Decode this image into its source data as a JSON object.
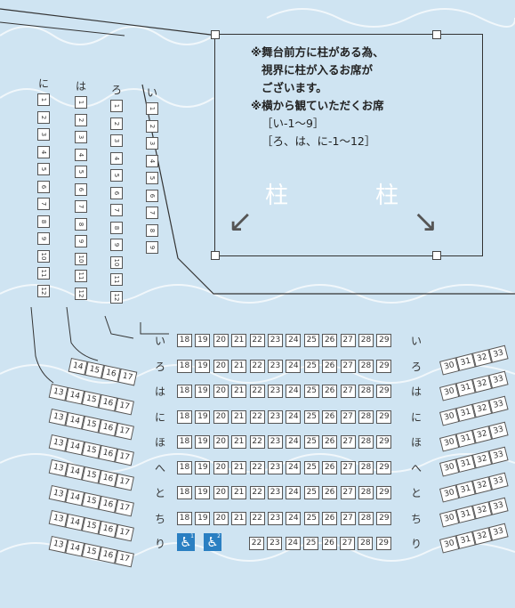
{
  "notice": {
    "lines": [
      "※舞台前方に柱がある為、",
      "視界に柱が入るお席が",
      "ございます。",
      "※横から観ていただくお席",
      "［い-1～9］",
      "［ろ、は、に-1～12］"
    ],
    "pillar_label": "柱"
  },
  "left_columns": [
    {
      "label": "に",
      "seats": [
        "1",
        "2",
        "3",
        "4",
        "5",
        "6",
        "7",
        "8",
        "9",
        "10",
        "11",
        "12"
      ]
    },
    {
      "label": "は",
      "seats": [
        "1",
        "2",
        "3",
        "4",
        "5",
        "6",
        "7",
        "8",
        "9",
        "10",
        "11",
        "12"
      ]
    },
    {
      "label": "ろ",
      "seats": [
        "1",
        "2",
        "3",
        "4",
        "5",
        "6",
        "7",
        "8",
        "9",
        "10",
        "11",
        "12"
      ]
    },
    {
      "label": "い",
      "seats": [
        "1",
        "2",
        "3",
        "4",
        "5",
        "6",
        "7",
        "8",
        "9"
      ]
    }
  ],
  "center_rows": [
    {
      "label": "い",
      "seats": [
        "18",
        "19",
        "20",
        "21",
        "22",
        "23",
        "24",
        "25",
        "26",
        "27",
        "28",
        "29"
      ]
    },
    {
      "label": "ろ",
      "seats": [
        "18",
        "19",
        "20",
        "21",
        "22",
        "23",
        "24",
        "25",
        "26",
        "27",
        "28",
        "29"
      ]
    },
    {
      "label": "は",
      "seats": [
        "18",
        "19",
        "20",
        "21",
        "22",
        "23",
        "24",
        "25",
        "26",
        "27",
        "28",
        "29"
      ]
    },
    {
      "label": "に",
      "seats": [
        "18",
        "19",
        "20",
        "21",
        "22",
        "23",
        "24",
        "25",
        "26",
        "27",
        "28",
        "29"
      ]
    },
    {
      "label": "ほ",
      "seats": [
        "18",
        "19",
        "20",
        "21",
        "22",
        "23",
        "24",
        "25",
        "26",
        "27",
        "28",
        "29"
      ]
    },
    {
      "label": "へ",
      "seats": [
        "18",
        "19",
        "20",
        "21",
        "22",
        "23",
        "24",
        "25",
        "26",
        "27",
        "28",
        "29"
      ]
    },
    {
      "label": "と",
      "seats": [
        "18",
        "19",
        "20",
        "21",
        "22",
        "23",
        "24",
        "25",
        "26",
        "27",
        "28",
        "29"
      ]
    },
    {
      "label": "ち",
      "seats": [
        "18",
        "19",
        "20",
        "21",
        "22",
        "23",
        "24",
        "25",
        "26",
        "27",
        "28",
        "29"
      ]
    },
    {
      "label": "り",
      "seats": [
        "22",
        "23",
        "24",
        "25",
        "26",
        "27",
        "28",
        "29"
      ],
      "wheelchair": [
        "1",
        "2"
      ]
    }
  ],
  "left_blocks": [
    [
      "14",
      "15",
      "16",
      "17"
    ],
    [
      "13",
      "14",
      "15",
      "16",
      "17"
    ],
    [
      "13",
      "14",
      "15",
      "16",
      "17"
    ],
    [
      "13",
      "14",
      "15",
      "16",
      "17"
    ],
    [
      "13",
      "14",
      "15",
      "16",
      "17"
    ],
    [
      "13",
      "14",
      "15",
      "16",
      "17"
    ],
    [
      "13",
      "14",
      "15",
      "16",
      "17"
    ],
    [
      "13",
      "14",
      "15",
      "16",
      "17"
    ]
  ],
  "right_blocks": [
    [
      "30",
      "31",
      "32",
      "33"
    ],
    [
      "30",
      "31",
      "32",
      "33"
    ],
    [
      "30",
      "31",
      "32",
      "33"
    ],
    [
      "30",
      "31",
      "32",
      "33"
    ],
    [
      "30",
      "31",
      "32",
      "33"
    ],
    [
      "30",
      "31",
      "32",
      "33"
    ],
    [
      "30",
      "31",
      "32",
      "33"
    ],
    [
      "30",
      "31",
      "32",
      "33"
    ]
  ],
  "colors": {
    "background": "#cfe4f2",
    "seat": "#ffffff",
    "border": "#555555",
    "wheelchair": "#2a7fc2"
  },
  "icons": {
    "wheelchair": "wheelchair-icon",
    "arrow_left": "arrow-down-left-icon",
    "arrow_right": "arrow-down-right-icon"
  }
}
